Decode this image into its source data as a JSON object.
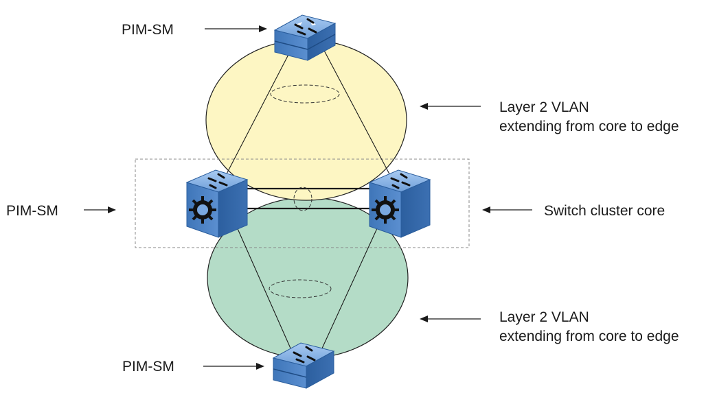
{
  "labels": {
    "top_router": "PIM-SM",
    "left_switch": "PIM-SM",
    "bottom_router": "PIM-SM",
    "upper_vlan_line1": "Layer 2 VLAN",
    "upper_vlan_line2": "extending from core to edge",
    "lower_vlan_line1": "Layer 2 VLAN",
    "lower_vlan_line2": "extending from core to edge",
    "cluster_core": "Switch cluster core"
  },
  "colors": {
    "upper_vlan_fill": "#fdf6c3",
    "lower_vlan_fill": "#b4dcc7",
    "device_blue": "#4f86c6",
    "device_blue_dark": "#2a5d9c",
    "device_blue_light": "#8fb8e8",
    "cluster_border": "#888888"
  },
  "icons": {
    "router": "router-icon",
    "switch": "routing-switch-icon"
  }
}
